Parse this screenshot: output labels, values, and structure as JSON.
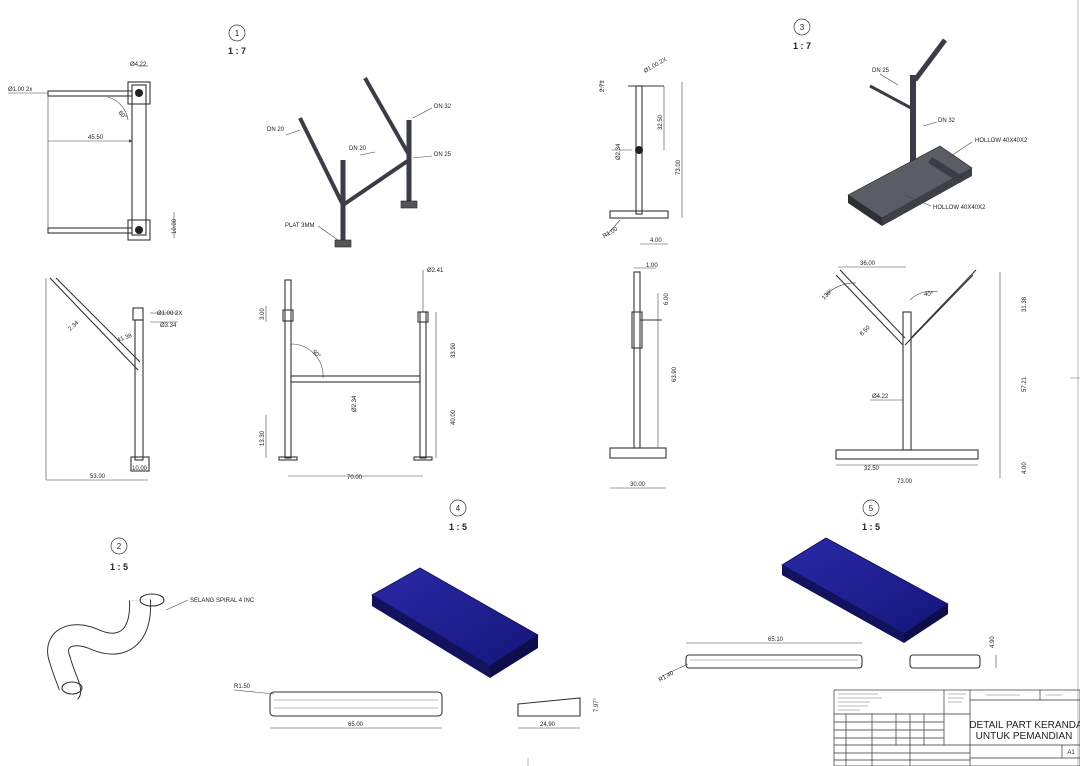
{
  "colors": {
    "line": "#333333",
    "cushion": "#1c1c8e",
    "cushion_edge": "#0d0d4a",
    "frame3d": "#3a3d45"
  },
  "views": [
    {
      "num": "1",
      "scale": "1 : 7"
    },
    {
      "num": "3",
      "scale": "1 : 7"
    },
    {
      "num": "4",
      "scale": "1 : 5"
    },
    {
      "num": "5",
      "scale": "1 : 5"
    },
    {
      "num": "2",
      "scale": "1 : 5"
    }
  ],
  "labels": {
    "dn20_a": "DN 20",
    "dn20_b": "DN 20",
    "dn32_a": "DN 32",
    "dn25_a": "DN 25",
    "plat": "PLAT 3MM",
    "dn25_b": "DN 25",
    "dn32_b": "DN 32",
    "hollow_a": "HOLLOW 40X40X2",
    "hollow_b": "HOLLOW 40X40X2",
    "selang": "SELANG SPIRAL 4 INC"
  },
  "dims": {
    "d1": "Ø4.22",
    "d2": "Ø1.00 2x",
    "d3": "45.50",
    "d4": "60°",
    "d5": "10.00",
    "d6": "Ø1.00 2X",
    "d7": "2.71",
    "d8": "32.50",
    "d9": "Ø2.34",
    "d10": "73.00",
    "d11": "R1.00",
    "d12": "4.00",
    "d13": "2.34",
    "d14": "41.38",
    "d15": "Ø1.00 2X",
    "d16": "Ø3.34",
    "d17": "10.00",
    "d18": "53.00",
    "d19": "Ø2.41",
    "d20": "3.00",
    "d21": "90°",
    "d22": "33.90",
    "d23": "Ø2.34",
    "d24": "40.00",
    "d25": "13.30",
    "d26": "70.00",
    "d27": "1.00",
    "d28": "6.00",
    "d29": "63.90",
    "d30": "30.00",
    "d31": "36.00",
    "d32": "130°",
    "d33": "40°",
    "d34": "31.38",
    "d35": "8.50",
    "d36": "Ø4.22",
    "d37": "57.21",
    "d38": "32.50",
    "d39": "73.00",
    "d40": "4.00",
    "d41": "R1.50",
    "d42": "65.00",
    "d43": "7.97°",
    "d44": "24.90",
    "d45": "65.10",
    "d46": "R1.40",
    "d47": "4.90"
  },
  "title_block": {
    "title_line1": "DETAIL PART KERANDA",
    "title_line2": "UNTUK PEMANDIAN",
    "size": "A1"
  }
}
